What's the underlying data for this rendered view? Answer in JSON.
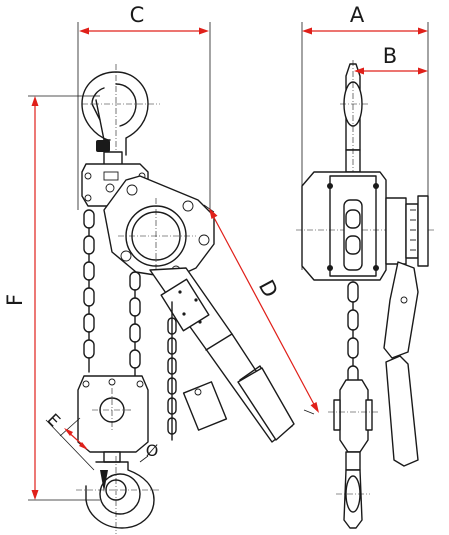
{
  "dimension_labels": {
    "a": "A",
    "b": "B",
    "c": "C",
    "d": "D",
    "e": "E",
    "f": "F",
    "diameter": "Ø"
  },
  "colors": {
    "dimension_line": "#e0201a",
    "outline": "#1a1a1a",
    "background": "#ffffff"
  }
}
